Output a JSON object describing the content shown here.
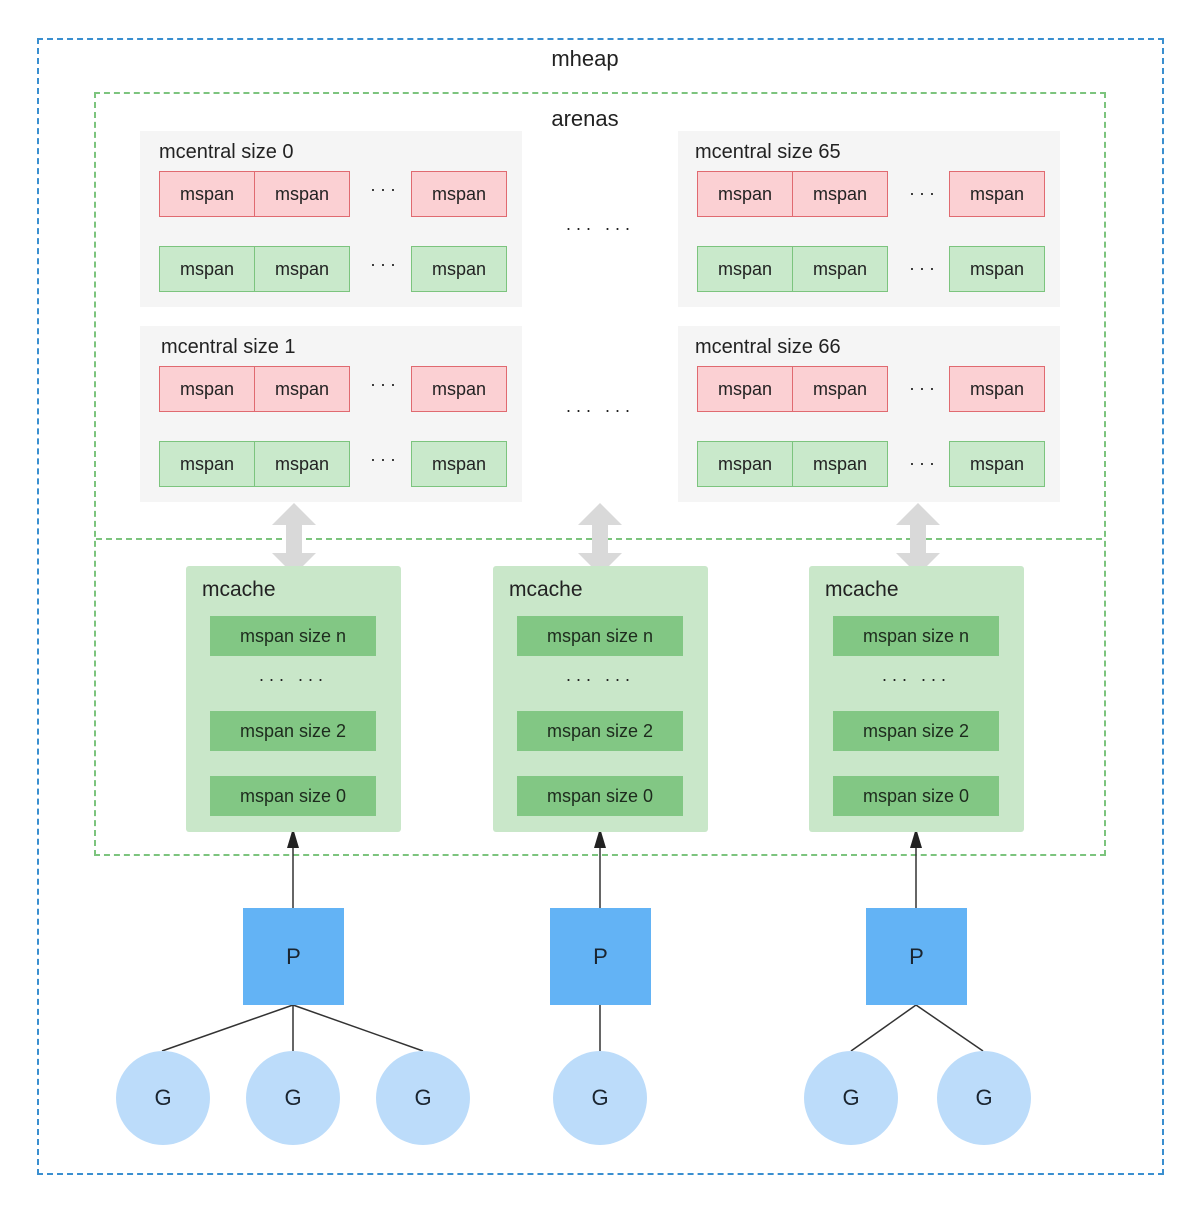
{
  "mheap_label": "mheap",
  "arenas_label": "arenas",
  "mspan_label": "mspan",
  "ellipsis": "···",
  "big_ellipsis": "··· ···",
  "mcentrals": [
    {
      "title": "mcentral size 0"
    },
    {
      "title": "mcentral size 1"
    },
    {
      "title": "mcentral size 65"
    },
    {
      "title": "mcentral size 66"
    }
  ],
  "mcache_label": "mcache",
  "mcache_slots": [
    "mspan size n",
    "··· ···",
    "mspan size 2",
    "mspan size 0"
  ],
  "p_label": "P",
  "g_label": "G",
  "colors": {
    "mheap_border": "#3a8fd0",
    "arenas_border": "#7cc47e",
    "mspan_red": "#fbd0d3",
    "mspan_green": "#c9e9cb",
    "mcache_bg": "#c9e7c9",
    "slot_bg": "#82c784",
    "p_bg": "#63b3f5",
    "g_bg": "#bcdcfa"
  }
}
